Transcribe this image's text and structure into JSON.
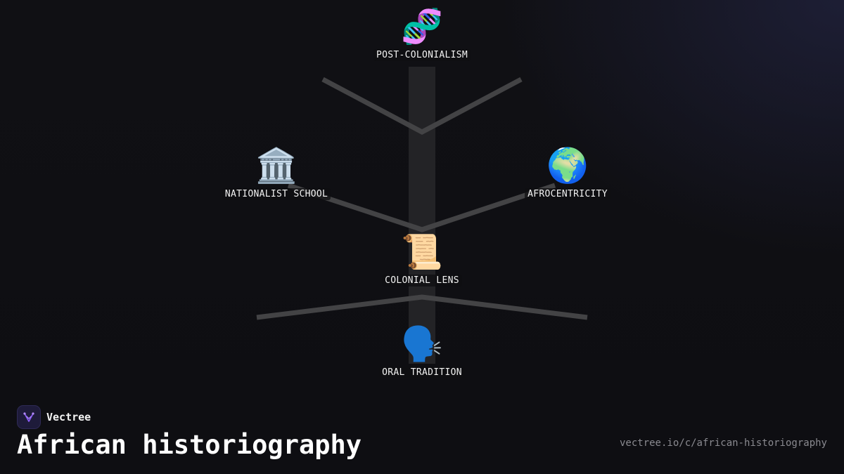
{
  "diagram": {
    "nodes": [
      {
        "id": "post-colonialism",
        "label": "POST-COLONIALISM",
        "icon": "🧬",
        "icon_name": "dna-icon"
      },
      {
        "id": "nationalist-school",
        "label": "NATIONALIST SCHOOL",
        "icon": "🏛️",
        "icon_name": "classical-building-icon"
      },
      {
        "id": "afrocentricity",
        "label": "AFROCENTRICITY",
        "icon": "🌍",
        "icon_name": "globe-africa-icon"
      },
      {
        "id": "colonial-lens",
        "label": "COLONIAL LENS",
        "icon": "📜",
        "icon_name": "scroll-icon"
      },
      {
        "id": "oral-tradition",
        "label": "ORAL TRADITION",
        "icon": "🗣️",
        "icon_name": "speaking-head-icon"
      }
    ],
    "colors": {
      "background": "#0f0f12",
      "trunk": "#232326",
      "branch": "#434345",
      "label": "#f2f2f2"
    }
  },
  "brand": {
    "name": "Vectree",
    "accent": "#8a5cf6"
  },
  "page": {
    "title": "African historiography",
    "url": "vectree.io/c/african-historiography"
  }
}
